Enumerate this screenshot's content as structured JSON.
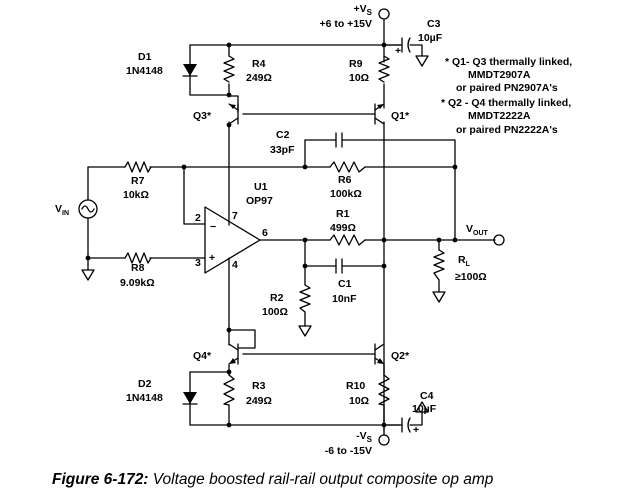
{
  "supply_pos": {
    "name": "+V",
    "sub": "S",
    "range": "+6 to +15V"
  },
  "supply_neg": {
    "name": "-V",
    "sub": "S",
    "range": "-6 to -15V"
  },
  "components": {
    "D1": {
      "ref": "D1",
      "value": "1N4148"
    },
    "D2": {
      "ref": "D2",
      "value": "1N4148"
    },
    "R4": {
      "ref": "R4",
      "value": "249Ω"
    },
    "R9": {
      "ref": "R9",
      "value": "10Ω"
    },
    "R3": {
      "ref": "R3",
      "value": "249Ω"
    },
    "R10": {
      "ref": "R10",
      "value": "10Ω"
    },
    "C3": {
      "ref": "C3",
      "value": "10µF"
    },
    "C4": {
      "ref": "C4",
      "value": "10µF"
    },
    "C2": {
      "ref": "C2",
      "value": "33pF"
    },
    "R6": {
      "ref": "R6",
      "value": "100kΩ"
    },
    "R7": {
      "ref": "R7",
      "value": "10kΩ"
    },
    "R8": {
      "ref": "R8",
      "value": "9.09kΩ"
    },
    "R1": {
      "ref": "R1",
      "value": "499Ω"
    },
    "C1": {
      "ref": "C1",
      "value": "10nF"
    },
    "R2": {
      "ref": "R2",
      "value": "100Ω"
    },
    "U1": {
      "ref": "U1",
      "value": "OP97"
    },
    "RL": {
      "ref": "R",
      "sub": "L",
      "value": "≥100Ω"
    },
    "Q1": {
      "ref": "Q1*"
    },
    "Q2": {
      "ref": "Q2*"
    },
    "Q3": {
      "ref": "Q3*"
    },
    "Q4": {
      "ref": "Q4*"
    }
  },
  "pins": {
    "p2": "2",
    "p3": "3",
    "p4": "4",
    "p6": "6",
    "p7": "7",
    "minus": "−",
    "plus": "+"
  },
  "cap_plus": "+",
  "vin": {
    "name": "V",
    "sub": "IN"
  },
  "vout": {
    "name": "V",
    "sub": "OUT"
  },
  "notes": [
    "* Q1- Q3 thermally linked,",
    "MMDT2907A",
    "or paired PN2907A's",
    "* Q2 - Q4 thermally linked,",
    "MMDT2222A",
    "or paired PN2222A's"
  ],
  "caption": {
    "figure": "Figure 6-172:",
    "text": " Voltage boosted rail-rail output composite op amp"
  }
}
